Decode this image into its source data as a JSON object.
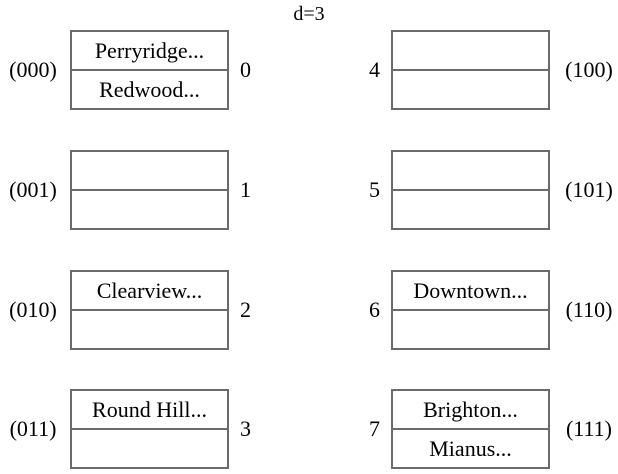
{
  "title": "d=3",
  "buckets": [
    {
      "number": "0",
      "binary": "(000)",
      "side": "left",
      "rows": [
        "Perryridge...",
        "Redwood..."
      ]
    },
    {
      "number": "1",
      "binary": "(001)",
      "side": "left",
      "rows": [
        "",
        ""
      ]
    },
    {
      "number": "2",
      "binary": "(010)",
      "side": "left",
      "rows": [
        "Clearview...",
        ""
      ]
    },
    {
      "number": "3",
      "binary": "(011)",
      "side": "left",
      "rows": [
        "Round Hill...",
        ""
      ]
    },
    {
      "number": "4",
      "binary": "(100)",
      "side": "right",
      "rows": [
        "",
        ""
      ]
    },
    {
      "number": "5",
      "binary": "(101)",
      "side": "right",
      "rows": [
        "",
        ""
      ]
    },
    {
      "number": "6",
      "binary": "(110)",
      "side": "right",
      "rows": [
        "Downtown...",
        ""
      ]
    },
    {
      "number": "7",
      "binary": "(111)",
      "side": "right",
      "rows": [
        "Brighton...",
        "Mianus..."
      ]
    }
  ],
  "colors": {
    "border": "#6b6b6b",
    "text": "#000000",
    "background": "#ffffff"
  }
}
